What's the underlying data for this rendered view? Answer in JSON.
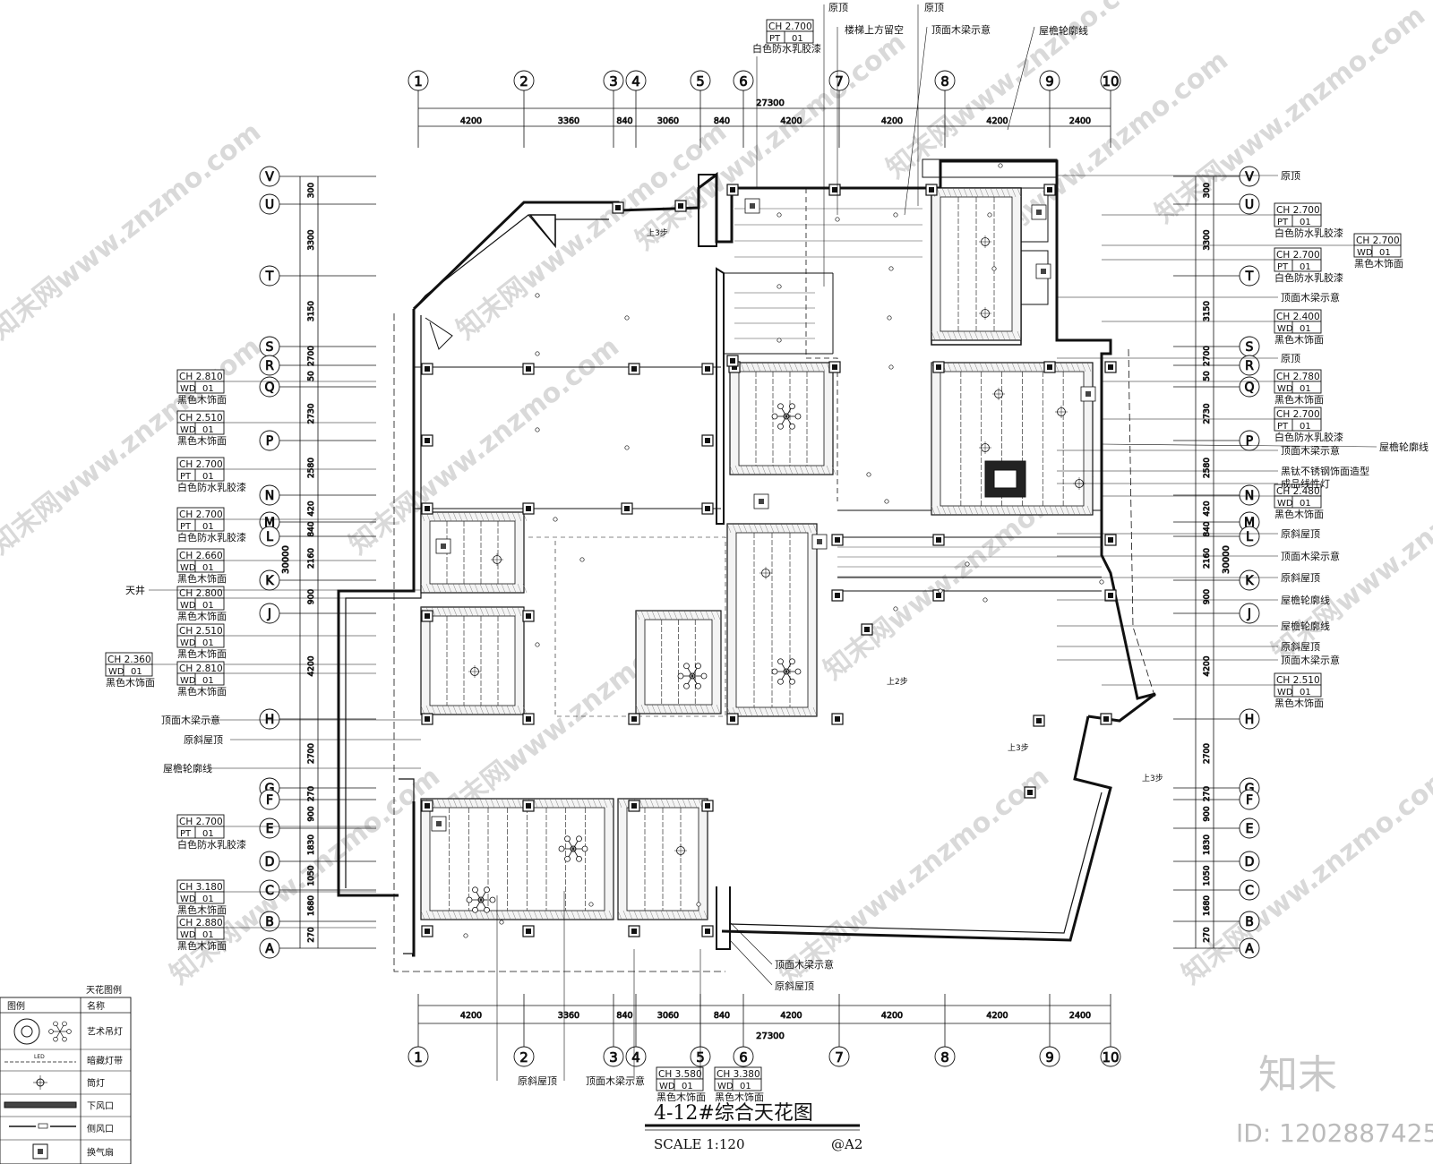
{
  "title": "4-12#综合天花图",
  "scale": "SCALE 1:120",
  "sheet": "@A2",
  "brand": "知末",
  "id_text": "ID: 1202887425",
  "watermark": "知末网www.znzmo.com",
  "grid": {
    "cols": [
      "1",
      "2",
      "3",
      "4",
      "5",
      "6",
      "7",
      "8",
      "9",
      "10"
    ],
    "col_spacing": [
      "4200",
      "3360",
      "840",
      "3060",
      "840",
      "4200",
      "4200",
      "4200",
      "2400"
    ],
    "col_total": "27300",
    "rows": [
      "V",
      "U",
      "T",
      "S",
      "R",
      "Q",
      "P",
      "N",
      "M",
      "L",
      "K",
      "J",
      "H",
      "G",
      "F",
      "E",
      "D",
      "C",
      "B",
      "A"
    ],
    "row_spacing": [
      "300",
      "3300",
      "3150",
      "2700",
      "50",
      "2730",
      "2580",
      "420",
      "840",
      "2160",
      "900",
      "4200",
      "2700",
      "270",
      "900",
      "1830",
      "1050",
      "1680",
      "270"
    ],
    "row_total": "30000"
  },
  "top_labels": [
    "原顶",
    "原顶",
    "楼梯上方留空",
    "顶面木梁示意",
    "屋檐轮廓线",
    "白色防水乳胶漆"
  ],
  "left_labels": [
    "天井",
    "顶面木梁示意",
    "原斜屋顶",
    "屋檐轮廓线"
  ],
  "right_labels": [
    "原顶",
    "顶面木梁示意",
    "原顶",
    "顶面木梁示意",
    "黑钛不锈钢饰面造型",
    "成品线性灯",
    "原斜屋顶",
    "顶面木梁示意",
    "原斜屋顶",
    "屋檐轮廓线",
    "屋檐轮廓线",
    "原斜屋顶",
    "顶面木梁示意",
    "屋檐轮廓线"
  ],
  "bottom_labels": [
    "顶面木梁示意",
    "原斜屋顶",
    "原斜屋顶",
    "顶面木梁示意"
  ],
  "step_notes": [
    "上3步",
    "上2步",
    "上3步",
    "上3步"
  ],
  "tags_left": [
    {
      "ch": "CH 2.810",
      "code": "WD",
      "num": "01",
      "desc": "黑色木饰面"
    },
    {
      "ch": "CH 2.510",
      "code": "WD",
      "num": "01",
      "desc": "黑色木饰面"
    },
    {
      "ch": "CH 2.700",
      "code": "PT",
      "num": "01",
      "desc": "白色防水乳胶漆"
    },
    {
      "ch": "CH 2.700",
      "code": "PT",
      "num": "01",
      "desc": "白色防水乳胶漆"
    },
    {
      "ch": "CH 2.660",
      "code": "WD",
      "num": "01",
      "desc": "黑色木饰面"
    },
    {
      "ch": "CH 2.800",
      "code": "WD",
      "num": "01",
      "desc": "黑色木饰面"
    },
    {
      "ch": "CH 2.510",
      "code": "WD",
      "num": "01",
      "desc": "黑色木饰面"
    },
    {
      "ch": "CH 2.360",
      "code": "WD",
      "num": "01",
      "desc": "黑色木饰面"
    },
    {
      "ch": "CH 2.810",
      "code": "WD",
      "num": "01",
      "desc": "黑色木饰面"
    },
    {
      "ch": "CH 2.700",
      "code": "PT",
      "num": "01",
      "desc": "白色防水乳胶漆"
    },
    {
      "ch": "CH 3.180",
      "code": "WD",
      "num": "01",
      "desc": "黑色木饰面"
    },
    {
      "ch": "CH 2.880",
      "code": "WD",
      "num": "01",
      "desc": "黑色木饰面"
    }
  ],
  "tags_right": [
    {
      "ch": "CH 2.700",
      "code": "PT",
      "num": "01",
      "desc": "白色防水乳胶漆"
    },
    {
      "ch": "CH 2.700",
      "code": "WD",
      "num": "01",
      "desc": "黑色木饰面"
    },
    {
      "ch": "CH 2.700",
      "code": "PT",
      "num": "01",
      "desc": "白色防水乳胶漆"
    },
    {
      "ch": "CH 2.400",
      "code": "WD",
      "num": "01",
      "desc": "黑色木饰面"
    },
    {
      "ch": "CH 2.780",
      "code": "WD",
      "num": "01",
      "desc": "黑色木饰面"
    },
    {
      "ch": "CH 2.700",
      "code": "PT",
      "num": "01",
      "desc": "白色防水乳胶漆"
    },
    {
      "ch": "CH 2.480",
      "code": "WD",
      "num": "01",
      "desc": "黑色木饰面"
    },
    {
      "ch": "CH 2.510",
      "code": "WD",
      "num": "01",
      "desc": "黑色木饰面"
    }
  ],
  "tag_top": {
    "ch": "CH 2.700",
    "code": "PT",
    "num": "01"
  },
  "tags_bottom": [
    {
      "ch": "CH 3.580",
      "code": "WD",
      "num": "01",
      "desc": "黑色木饰面"
    },
    {
      "ch": "CH 3.380",
      "code": "WD",
      "num": "01",
      "desc": "黑色木饰面"
    }
  ],
  "legend": {
    "title": "天花图例",
    "col_icon": "图例",
    "col_name": "名称",
    "items": [
      "艺术吊灯",
      "暗藏灯带",
      "筒灯",
      "下风口",
      "侧风口",
      "换气扇"
    ],
    "led_text": "LED"
  }
}
